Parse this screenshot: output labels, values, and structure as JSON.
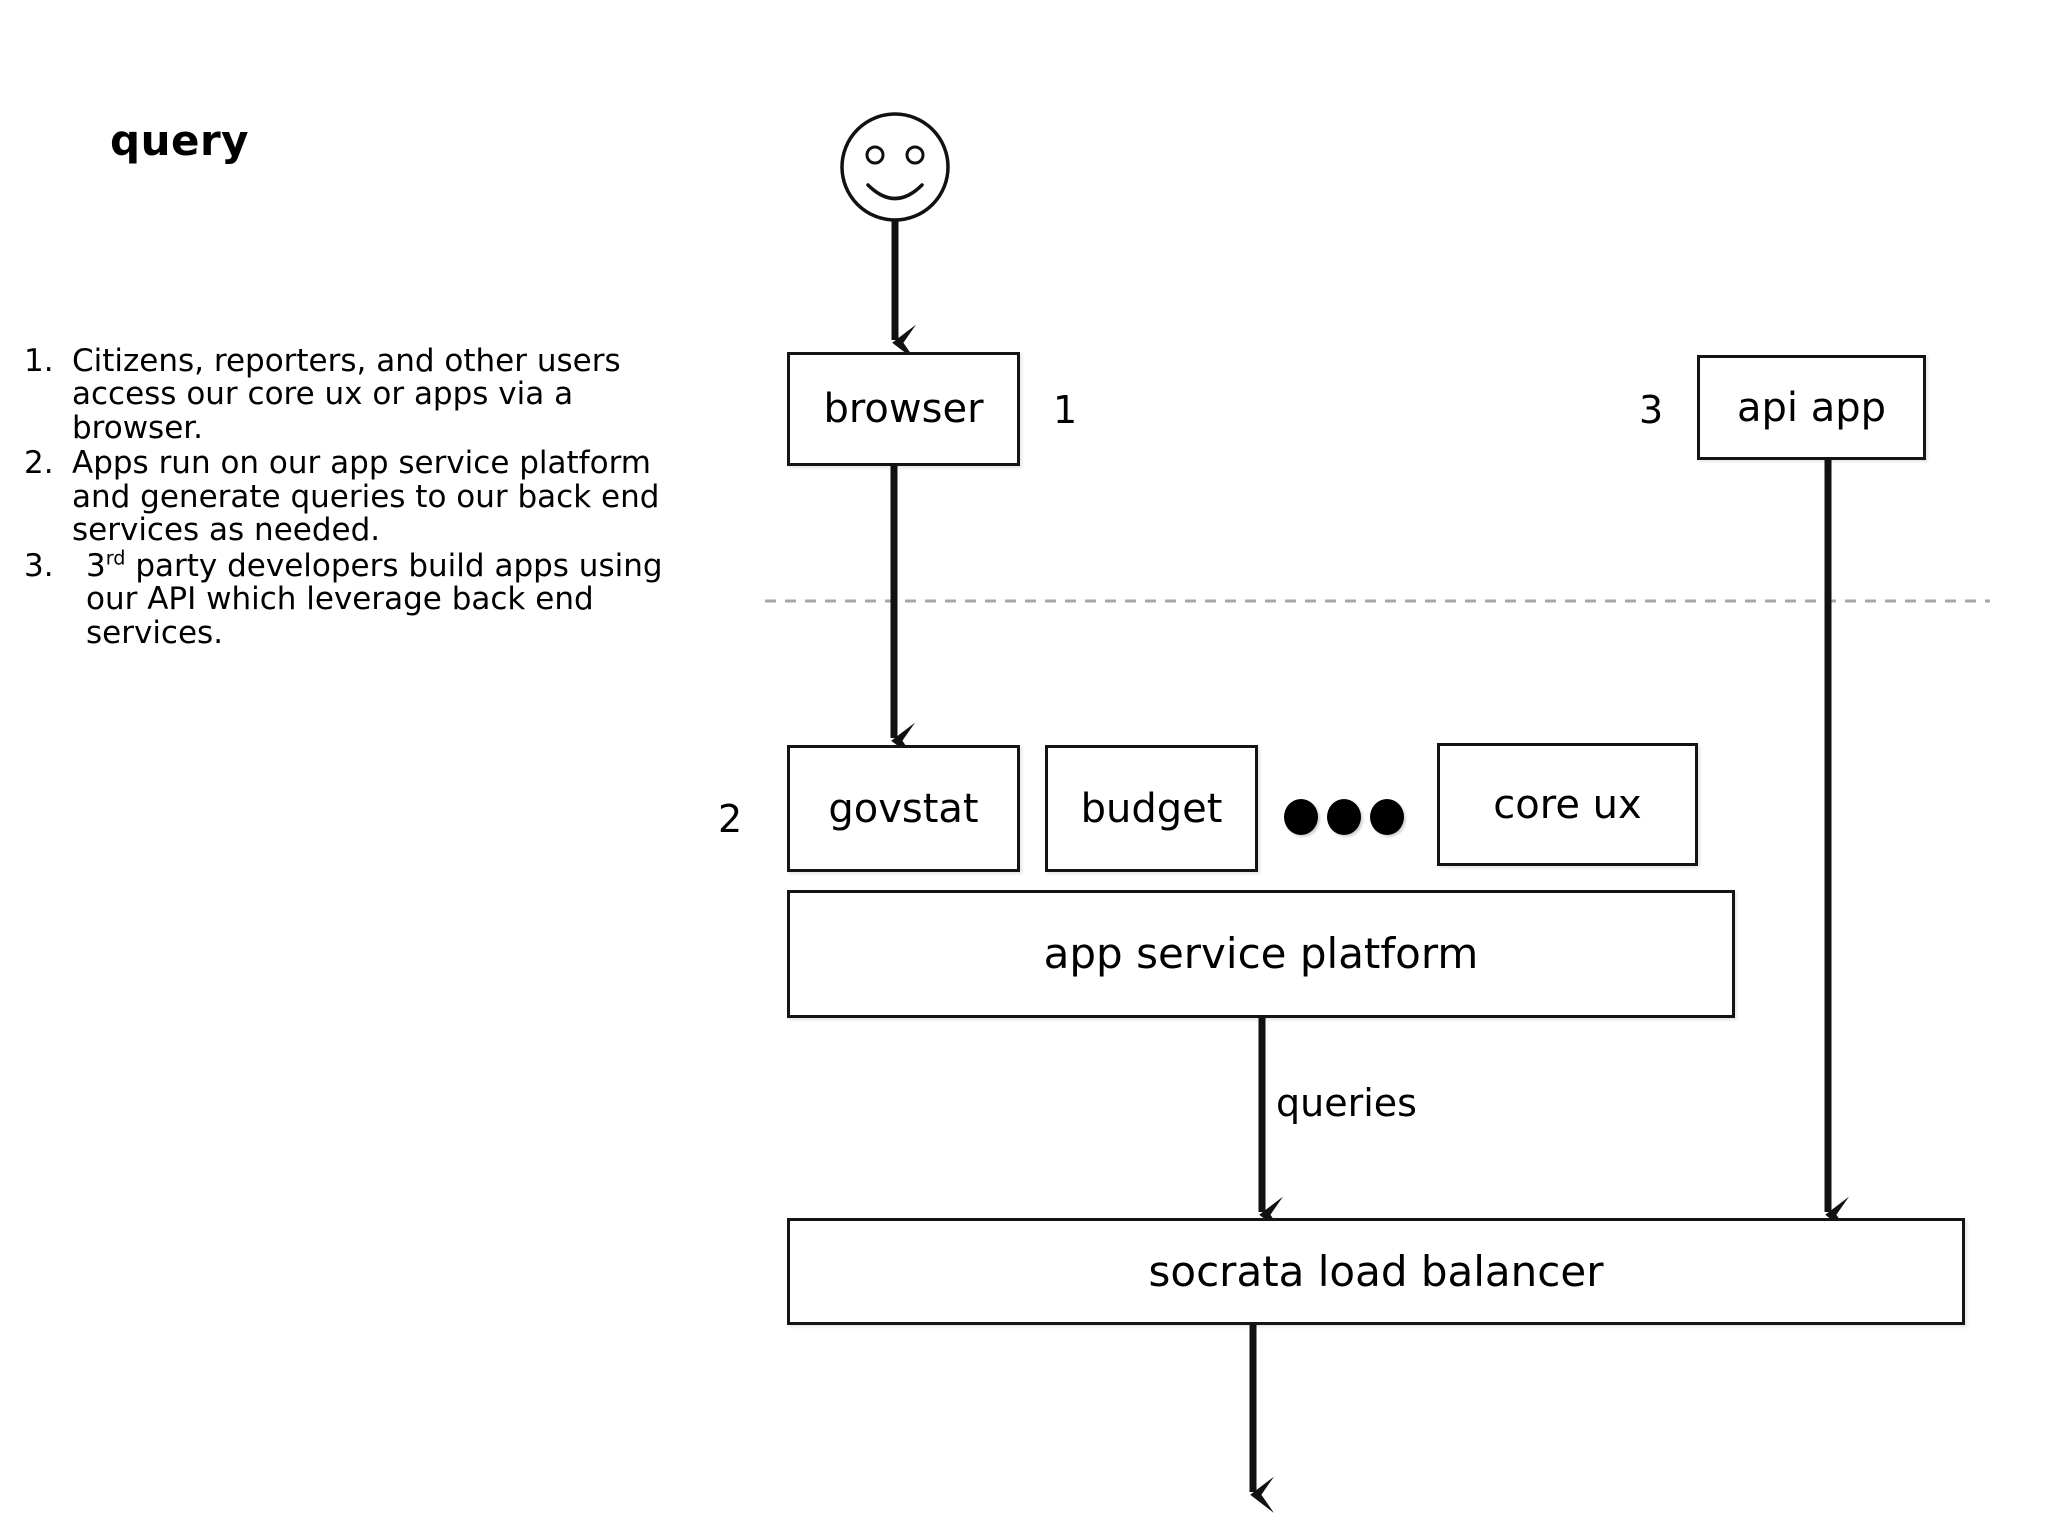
{
  "slide": {
    "title": "query",
    "background_color": "#ffffff",
    "stroke_color": "#141414",
    "divider_color": "#a6a6a6"
  },
  "notes": {
    "items": [
      {
        "marker": "1.",
        "text": "Citizens, reporters, and other users access our core ux or apps via a browser.",
        "prefix": "",
        "superscript": ""
      },
      {
        "marker": "2.",
        "text": "Apps run on our app service platform and generate queries to our back end services as needed.",
        "prefix": "",
        "superscript": ""
      },
      {
        "marker": "3.",
        "text": " party developers build apps using our API which leverage back end services.",
        "prefix": "3",
        "superscript": "rd"
      }
    ]
  },
  "diagram": {
    "actor": {
      "name": "smiley-user",
      "eyes": 2,
      "expression": "smile"
    },
    "nodes": {
      "browser": "browser",
      "api_app": "api app",
      "govstat": "govstat",
      "budget": "budget",
      "core_ux": "core ux",
      "app_service_platform": "app service platform",
      "socrata_load_balancer": "socrata load balancer"
    },
    "callouts": {
      "browser": "1",
      "apps_row": "2",
      "api_app": "3"
    },
    "edge_labels": {
      "queries": "queries"
    },
    "ellipsis": {
      "name": "more-apps-ellipsis",
      "count": 3
    },
    "divider": {
      "name": "tier-divider",
      "style": "dashed"
    }
  }
}
